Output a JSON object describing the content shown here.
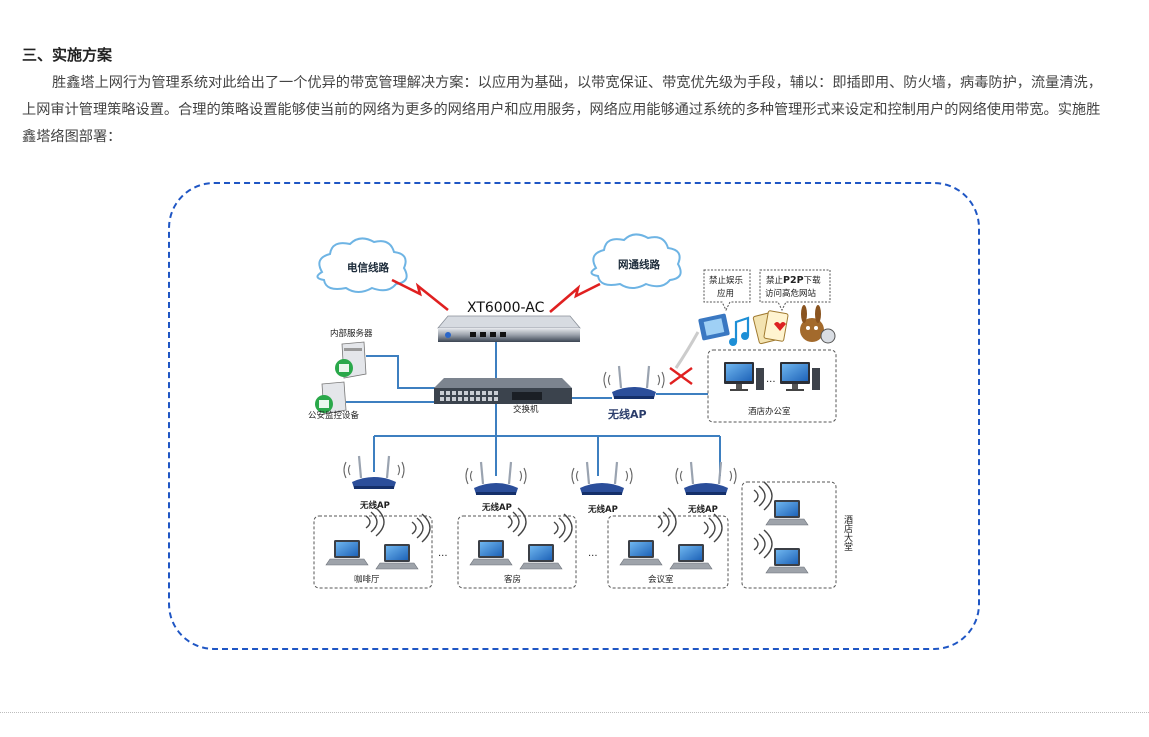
{
  "section": {
    "heading": "三、实施方案",
    "paragraph": "胜鑫塔上网行为管理系统对此给出了一个优异的带宽管理解决方案：以应用为基础，以带宽保证、带宽优先级为手段，辅以：即插即用、防火墙，病毒防护，流量清洗，上网审计管理策略设置。合理的策略设置能够使当前的网络为更多的网络用户和应用服务，网络应用能够通过系统的多种管理形式来设定和控制用户的网络使用带宽。实施胜鑫塔络图部署："
  },
  "diagram": {
    "cloud_telecom": "电信线路",
    "cloud_unicom": "网通线路",
    "device_name": "XT6000-AC",
    "internal_server": "内部服务器",
    "police_monitor": "公安监控设备",
    "switch_label": "交换机",
    "ap_main": "无线AP",
    "hotel_office": "酒店办公室",
    "ap_small": "无线AP",
    "ellipsis": "...",
    "cafe": "咖啡厅",
    "guest_room": "客房",
    "meeting_room": "会议室",
    "hotel_lobby": "酒店大堂",
    "ban_entertainment_1": "禁止娱乐",
    "ban_entertainment_2": "应用",
    "ban_p2p_prefix": "禁止",
    "ban_p2p_strong": "P2P",
    "ban_p2p_suffix": "下载",
    "ban_p2p_2": "访问高危网站"
  },
  "colors": {
    "frame_border": "#1f56c4",
    "link_blue": "#3d7fc0",
    "wan_red": "#e02020",
    "ap_blue": "#2b4e9a"
  }
}
